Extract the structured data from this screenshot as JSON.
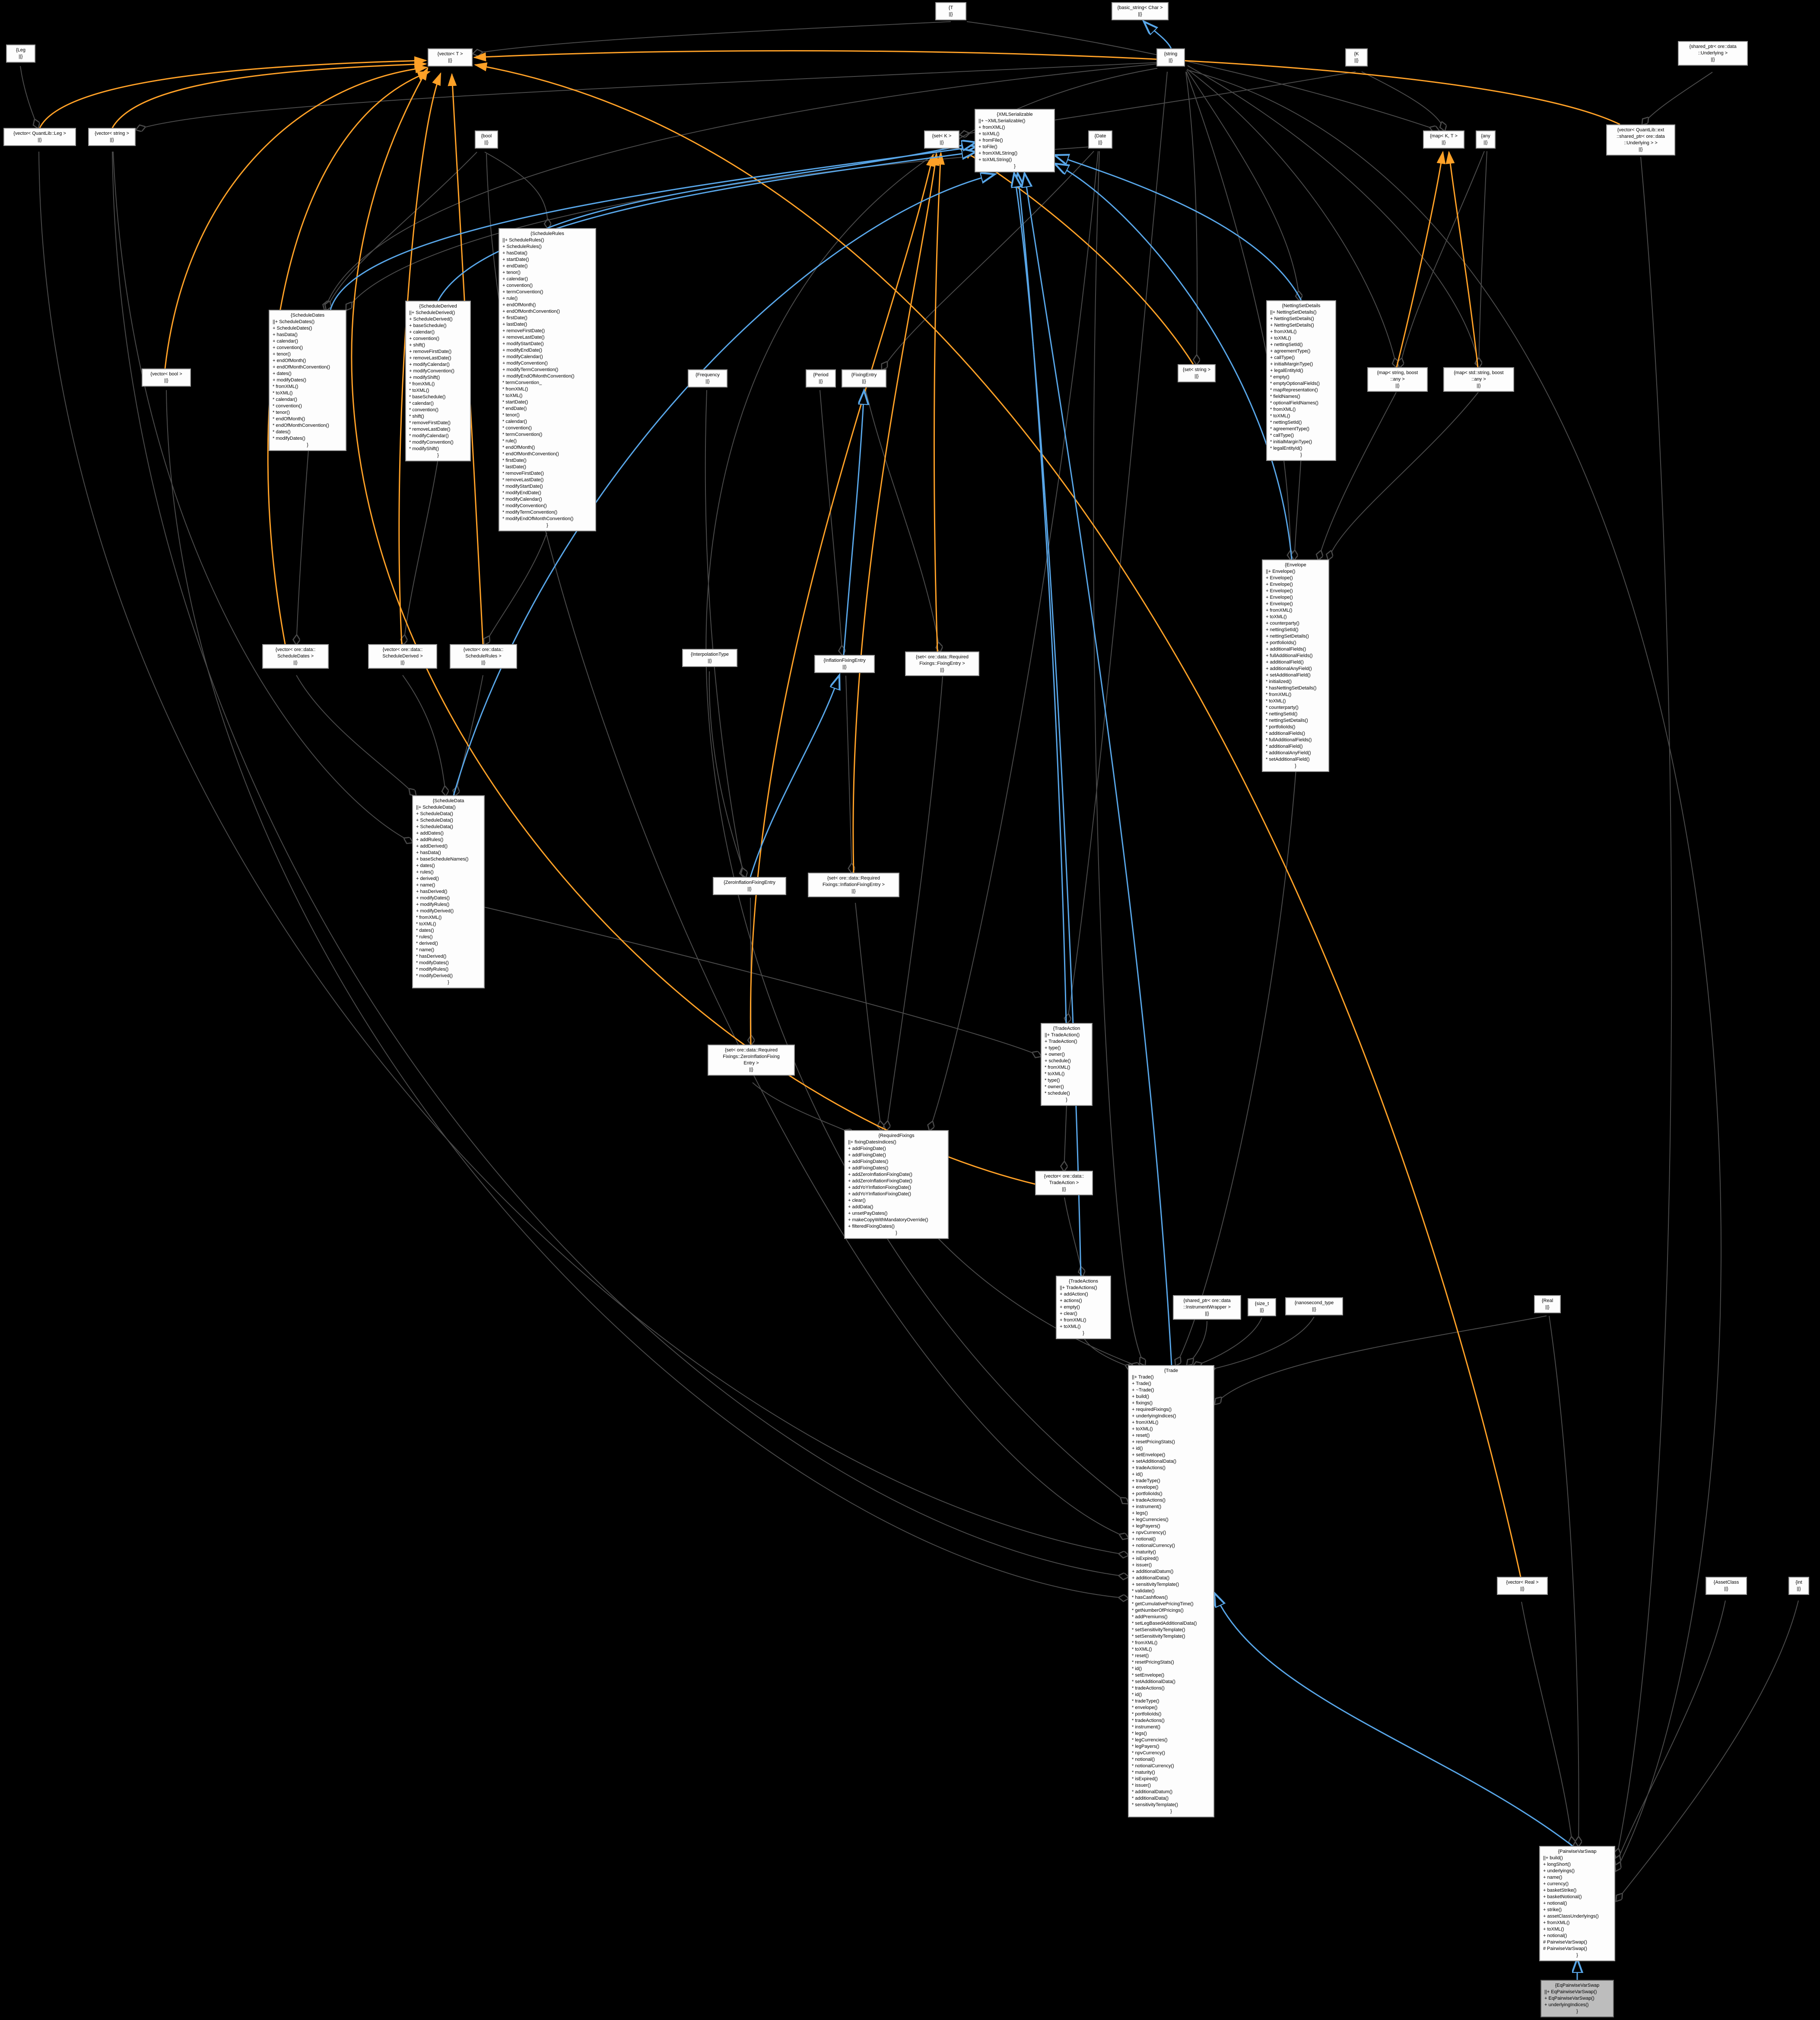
{
  "colors": {
    "background": "#000000",
    "node_fill": "#fdfdfd",
    "node_border": "#9a9a9a",
    "main_node_fill": "#bdbdbd",
    "edge_aggregation": "#4a4a4a",
    "edge_template": "#ffa127",
    "edge_inheritance": "#58a6e8",
    "text": "#000000"
  },
  "nodes": {
    "t": {
      "title": "{T",
      "body": "||}"
    },
    "basic_string": {
      "title": "{basic_string< Char >",
      "body": "||}"
    },
    "leg": {
      "title": "{Leg",
      "body": "||}"
    },
    "vector_t": {
      "title": "{vector< T >",
      "body": "||}"
    },
    "string": {
      "title": "{string",
      "body": "||}"
    },
    "k": {
      "title": "{K",
      "body": "||}"
    },
    "shared_ptr_underlying": {
      "title": "{shared_ptr< ore::data",
      "body": "::Underlying >\n||}"
    },
    "vector_leg": {
      "title": "{vector< QuantLib::Leg >",
      "body": "||}"
    },
    "vector_string": {
      "title": "{vector< string >",
      "body": "||}"
    },
    "bool": {
      "title": "{bool",
      "body": "||}"
    },
    "set_k": {
      "title": "{set< K >",
      "body": "||}"
    },
    "xmlserializable": {
      "title": "{XMLSerializable",
      "body": "||+ ~XMLSerializable()\n+ fromXML()\n+ toXML()\n+ fromFile()\n+ toFile()\n+ fromXMLString()\n+ toXMLString()",
      "close": "}"
    },
    "date": {
      "title": "{Date",
      "body": "||}"
    },
    "map_kt": {
      "title": "{map< K, T >",
      "body": "||}"
    },
    "any": {
      "title": "{any",
      "body": "||}"
    },
    "vector_shared_underlying": {
      "title": "{vector< QuantLib::ext",
      "body": "::shared_ptr< ore::data\n::Underlying > >\n||}"
    },
    "schedulerules": {
      "title": "{ScheduleRules",
      "body": "||+ ScheduleRules()\n+ ScheduleRules()\n+ hasData()\n+ startDate()\n+ endDate()\n+ tenor()\n+ calendar()\n+ convention()\n+ termConvention()\n+ rule()\n+ endOfMonth()\n+ endOfMonthConvention()\n+ firstDate()\n+ lastDate()\n+ removeFirstDate()\n+ removeLastDate()\n+ modifyStartDate()\n+ modifyEndDate()\n+ modifyCalendar()\n+ modifyConvention()\n+ modifyTermConvention()\n+ modifyEndOfMonthConvention()\n* termConvention_\n* fromXML()\n* toXML()\n* startDate()\n* endDate()\n* tenor()\n* calendar()\n* convention()\n* termConvention()\n* rule()\n* endOfMonth()\n* endOfMonthConvention()\n* firstDate()\n* lastDate()\n* removeFirstDate()\n* removeLastDate()\n* modifyStartDate()\n* modifyEndDate()\n* modifyCalendar()\n* modifyConvention()\n* modifyTermConvention()\n* modifyEndOfMonthConvention()",
      "close": "}"
    },
    "scheduledates": {
      "title": "{ScheduleDates",
      "body": "||+ ScheduleDates()\n+ ScheduleDates()\n+ hasData()\n+ calendar()\n+ convention()\n+ tenor()\n+ endOfMonth()\n+ endOfMonthConvention()\n+ dates()\n+ modifyDates()\n* fromXML()\n* toXML()\n* calendar()\n* convention()\n* tenor()\n* endOfMonth()\n* endOfMonthConvention()\n* dates()\n* modifyDates()",
      "close": "}"
    },
    "schedulederived": {
      "title": "{ScheduleDerived",
      "body": "||+ ScheduleDerived()\n+ ScheduleDerived()\n+ baseSchedule()\n+ calendar()\n+ convention()\n+ shift()\n+ removeFirstDate()\n+ removeLastDate()\n+ modifyCalendar()\n+ modifyConvention()\n+ modifyShift()\n* fromXML()\n* toXML()\n* baseSchedule()\n* calendar()\n* convention()\n* shift()\n* removeFirstDate()\n* removeLastDate()\n* modifyCalendar()\n* modifyConvention()\n* modifyShift()",
      "close": "}"
    },
    "nettingsetdetails": {
      "title": "{NettingSetDetails",
      "body": "||+ NettingSetDetails()\n+ NettingSetDetails()\n+ NettingSetDetails()\n+ fromXML()\n+ toXML()\n+ nettingSetId()\n+ agreementType()\n+ callType()\n+ initialMarginType()\n+ legalEntityId()\n* empty()\n* emptyOptionalFields()\n* mapRepresentation()\n* fieldNames()\n* optionalFieldNames()\n* fromXML()\n* toXML()\n* nettingSetId()\n* agreementType()\n* callType()\n* initialMarginType()\n* legalEntityId()",
      "close": "}"
    },
    "vector_bool": {
      "title": "{vector< bool >",
      "body": "||}"
    },
    "frequency": {
      "title": "{Frequency",
      "body": "||}"
    },
    "period": {
      "title": "{Period",
      "body": "||}"
    },
    "fixingentry": {
      "title": "{FixingEntry",
      "body": "||}"
    },
    "set_string": {
      "title": "{set< string >",
      "body": "||}"
    },
    "map_string_any": {
      "title": "{map< string, boost",
      "body": "::any >\n||}"
    },
    "map_stdstring_any": {
      "title": "{map< std::string, boost",
      "body": "::any >\n||}"
    },
    "envelope": {
      "title": "{Envelope",
      "body": "||+ Envelope()\n+ Envelope()\n+ Envelope()\n+ Envelope()\n+ Envelope()\n+ Envelope()\n+ fromXML()\n+ toXML()\n+ counterparty()\n+ nettingSetId()\n+ nettingSetDetails()\n+ portfolioIds()\n+ additionalFields()\n+ fullAdditionalFields()\n+ additionalField()\n+ additionalAnyField()\n+ setAdditionalField()\n* initialized()\n* hasNettingSetDetails()\n* fromXML()\n* toXML()\n* counterparty()\n* nettingSetId()\n* nettingSetDetails()\n* portfolioIds()\n* additionalFields()\n* fullAdditionalFields()\n* additionalField()\n* additionalAnyField()\n* setAdditionalField()",
      "close": "}"
    },
    "vector_scheduledates": {
      "title": "{vector< ore::data::",
      "body": "ScheduleDates >\n||}"
    },
    "vector_schedulederived": {
      "title": "{vector< ore::data::",
      "body": "ScheduleDerived >\n||}"
    },
    "vector_schedulerules": {
      "title": "{vector< ore::data::",
      "body": "ScheduleRules >\n||}"
    },
    "interpolationtype": {
      "title": "{InterpolationType",
      "body": "||}"
    },
    "inflationfixingentry": {
      "title": "{InflationFixingEntry",
      "body": "||}"
    },
    "set_fixingentry": {
      "title": "{set< ore::data::Required",
      "body": "Fixings::FixingEntry >\n||}"
    },
    "scheduledata": {
      "title": "{ScheduleData",
      "body": "||+ ScheduleData()\n+ ScheduleData()\n+ ScheduleData()\n+ ScheduleData()\n+ addDates()\n+ addRules()\n+ addDerived()\n+ hasData()\n+ baseScheduleNames()\n+ dates()\n+ rules()\n+ derived()\n+ name()\n+ hasDerived()\n+ modifyDates()\n+ modifyRules()\n+ modifyDerived()\n* fromXML()\n* toXML()\n* dates()\n* rules()\n* derived()\n* name()\n* hasDerived()\n* modifyDates()\n* modifyRules()\n* modifyDerived()",
      "close": "}"
    },
    "zeroinflationfixingentry": {
      "title": "{ZeroInflationFixingEntry",
      "body": "||}"
    },
    "set_inflationfixingentry": {
      "title": "{set< ore::data::Required",
      "body": "Fixings::InflationFixingEntry >\n||}"
    },
    "set_zeroinflationfixingentry": {
      "title": "{set< ore::data::Required",
      "body": "Fixings::ZeroInflationFixing\nEntry >\n||}"
    },
    "requiredfixings": {
      "title": "{RequiredFixings",
      "body": "||+ fixingDatesIndices()\n+ addFixingDate()\n+ addFixingDate()\n+ addFixingDates()\n+ addFixingDates()\n+ addZeroInflationFixingDate()\n+ addZeroInflationFixingDate()\n+ addYoYInflationFixingDate()\n+ addYoYInflationFixingDate()\n+ clear()\n+ addData()\n+ unsetPayDates()\n+ makeCopyWithMandatoryOverride()\n+ filteredFixingDates()",
      "close": "}"
    },
    "tradeaction": {
      "title": "{TradeAction",
      "body": "||+ TradeAction()\n+ TradeAction()\n+ type()\n+ owner()\n+ schedule()\n* fromXML()\n* toXML()\n* type()\n* owner()\n* schedule()",
      "close": "}"
    },
    "vector_tradeaction": {
      "title": "{vector< ore::data::",
      "body": "TradeAction >\n||}"
    },
    "tradeactions": {
      "title": "{TradeActions",
      "body": "||+ TradeActions()\n+ addAction()\n+ actions()\n+ empty()\n+ clear()\n+ fromXML()\n+ toXML()",
      "close": "}"
    },
    "shared_ptr_instrumentwrapper": {
      "title": "{shared_ptr< ore::data",
      "body": "::InstrumentWrapper >\n||}"
    },
    "size_t": {
      "title": "{size_t",
      "body": "||}"
    },
    "nanosecond_type": {
      "title": "{nanosecond_type",
      "body": "||}"
    },
    "real": {
      "title": "{Real",
      "body": "||}"
    },
    "trade": {
      "title": "{Trade",
      "body": "||+ Trade()\n+ Trade()\n+ ~Trade()\n+ build()\n+ fixings()\n+ requiredFixings()\n+ underlyingIndices()\n+ fromXML()\n+ toXML()\n+ reset()\n+ resetPricingStats()\n+ id()\n+ setEnvelope()\n+ setAdditionalData()\n+ tradeActions()\n+ id()\n+ tradeType()\n+ envelope()\n+ portfolioIds()\n+ tradeActions()\n+ instrument()\n+ legs()\n+ legCurrencies()\n+ legPayers()\n+ npvCurrency()\n+ notional()\n+ notionalCurrency()\n+ maturity()\n+ isExpired()\n+ issuer()\n+ additionalDatum()\n+ additionalData()\n+ sensitivityTemplate()\n* validate()\n* hasCashflows()\n* getCumulativePricingTime()\n* getNumberOfPricings()\n* addPremiums()\n* setLegBasedAdditionalData()\n* setSensitivityTemplate()\n* setSensitivityTemplate()\n* fromXML()\n* toXML()\n* reset()\n* resetPricingStats()\n* id()\n* setEnvelope()\n* setAdditionalData()\n* tradeActions()\n* id()\n* tradeType()\n* envelope()\n* portfolioIds()\n* tradeActions()\n* instrument()\n* legs()\n* legCurrencies()\n* legPayers()\n* npvCurrency()\n* notional()\n* notionalCurrency()\n* maturity()\n* isExpired()\n* issuer()\n* additionalDatum()\n* additionalData()\n* sensitivityTemplate()",
      "close": "}"
    },
    "vector_real": {
      "title": "{vector< Real >",
      "body": "||}"
    },
    "assetclass": {
      "title": "{AssetClass",
      "body": "||}"
    },
    "int": {
      "title": "{int",
      "body": "||}"
    },
    "pairwisevarswap": {
      "title": "{PairwiseVarSwap",
      "body": "||+ build()\n+ longShort()\n+ underlyings()\n+ name()\n+ currency()\n+ basketStrike()\n+ basketNotional()\n+ notional()\n+ strike()\n+ assetClassUnderlyings()\n+ fromXML()\n+ toXML()\n+ notional()\n# PairwiseVarSwap()\n# PairwiseVarSwap()",
      "close": "}"
    },
    "eqpairwisevarswap": {
      "title": "{EqPairwiseVarSwap",
      "body": "||+ EqPairwiseVarSwap()\n+ EqPairwiseVarSwap()\n+ underlyingIndices()",
      "close": "}"
    }
  }
}
